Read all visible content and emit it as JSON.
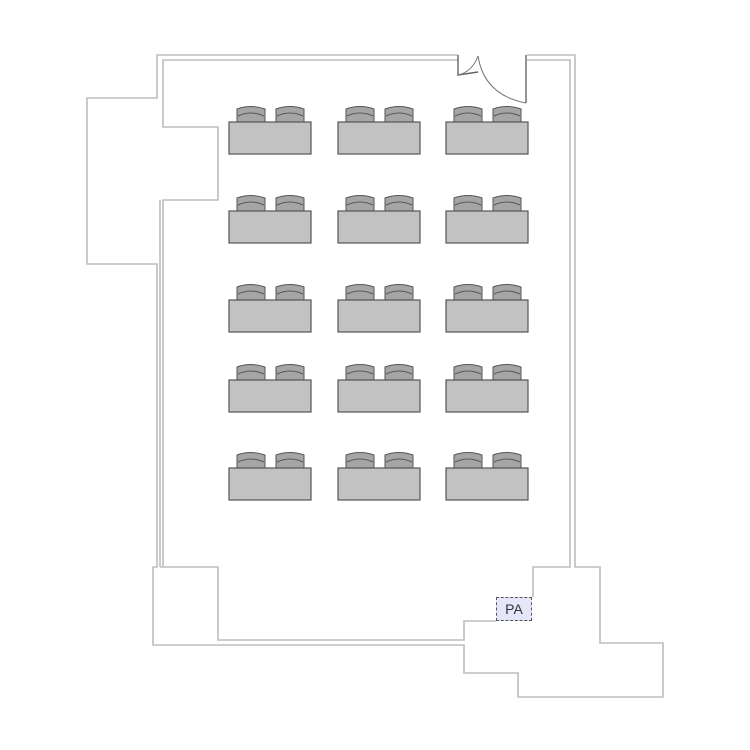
{
  "floor_plan": {
    "seating": {
      "rows": 5,
      "columns": 3,
      "chairs_per_table": 2
    },
    "pa_label": "PA",
    "colors": {
      "table": "#c2c2c2",
      "chair": "#a5a5a5",
      "wall": "#bdbdbd",
      "pa_fill": "#e6e6fa"
    }
  }
}
